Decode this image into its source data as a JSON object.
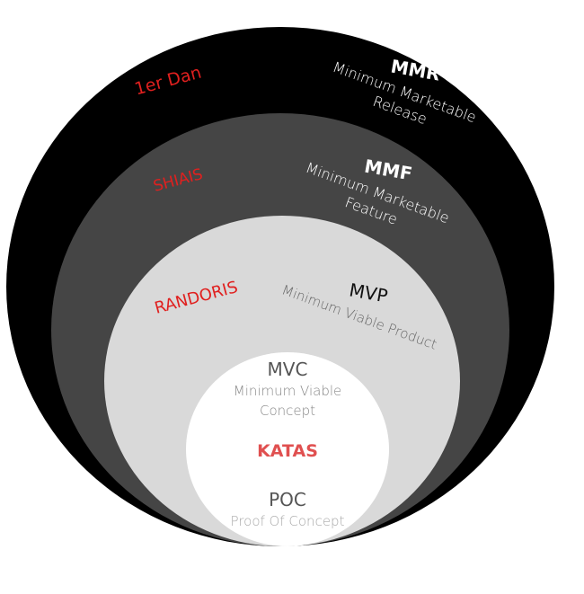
{
  "colors": {
    "outer": "#000000",
    "ring2": "#454545",
    "ring3": "#d9d9d9",
    "core": "#ffffff",
    "accent": "#e0201f",
    "katas": "#e05050"
  },
  "rings": [
    {
      "level": "1er Dan",
      "code": "MMR",
      "name_line1": "Minimum Marketable",
      "name_line2": "Release"
    },
    {
      "level": "SHIAIS",
      "code": "MMF",
      "name_line1": "Minimum Marketable",
      "name_line2": "Feature"
    },
    {
      "level": "RANDORIS",
      "code": "MVP",
      "name_line1": "Minimum Viable Product"
    }
  ],
  "core": {
    "top_code": "MVC",
    "top_name_line1": "Minimum Viable",
    "top_name_line2": "Concept",
    "level": "KATAS",
    "bottom_code": "POC",
    "bottom_name": "Proof Of Concept"
  }
}
